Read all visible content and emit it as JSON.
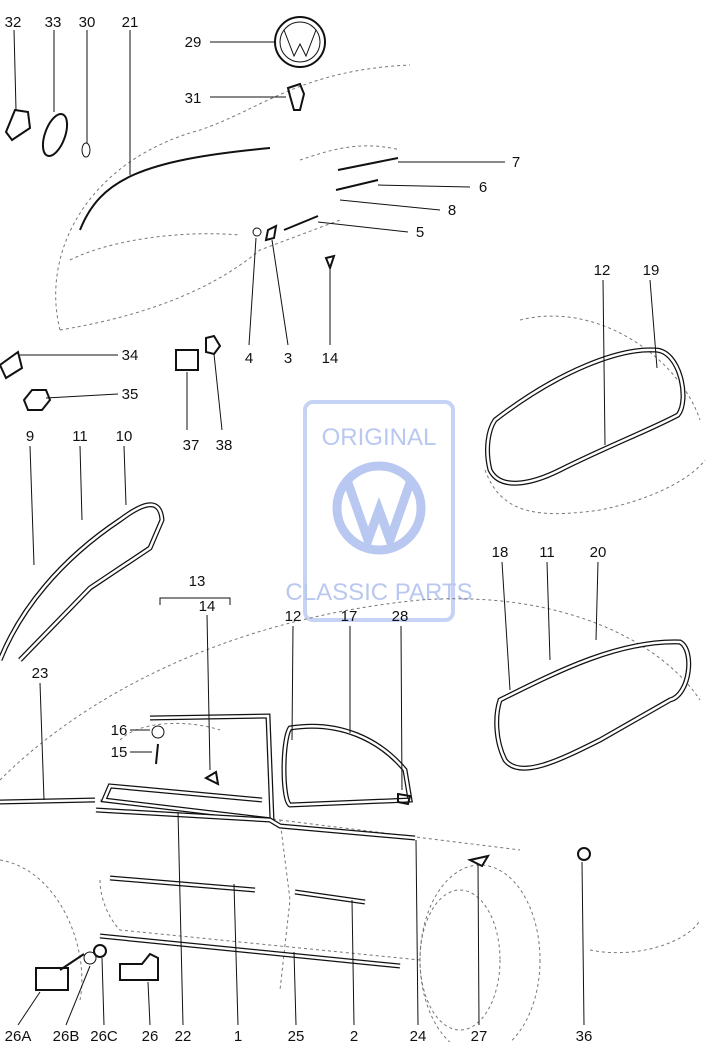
{
  "diagram": {
    "watermark": {
      "top": "ORIGINAL",
      "bottom": "CLASSIC PARTS",
      "color": "#b9c8f0"
    },
    "labels": [
      "32",
      "33",
      "30",
      "21",
      "29",
      "31",
      "7",
      "6",
      "8",
      "5",
      "4",
      "3",
      "14",
      "12",
      "19",
      "34",
      "35",
      "37",
      "38",
      "9",
      "11",
      "10",
      "18",
      "11",
      "20",
      "13",
      "14",
      "12",
      "17",
      "28",
      "23",
      "16",
      "15",
      "26A",
      "26B",
      "26C",
      "26",
      "22",
      "1",
      "25",
      "2",
      "24",
      "27",
      "36"
    ]
  }
}
